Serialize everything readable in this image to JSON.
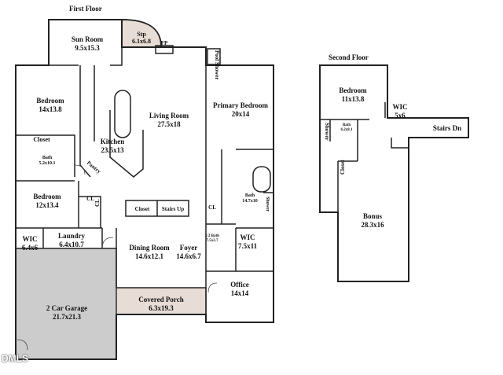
{
  "first_floor": {
    "title": "First Floor",
    "rooms": {
      "sun_room": {
        "name": "Sun Room",
        "dims": "9.5x15.3"
      },
      "stp": {
        "name": "Stp",
        "dims": "6.1x6.8"
      },
      "fp": "FP",
      "pool_shower": [
        "Pool",
        "Shower"
      ],
      "bedroom1": {
        "name": "Bedroom",
        "dims": "14x13.8"
      },
      "living_room": {
        "name": "Living Room",
        "dims": "27.5x18"
      },
      "primary_bedroom": {
        "name": "Primary Bedroom",
        "dims": "20x14"
      },
      "closet": "Closet",
      "bath1": {
        "name": "Bath",
        "dims": "5.2x10.1"
      },
      "kitchen": {
        "name": "Kitchen",
        "dims": "23.5x13"
      },
      "pantry": "Pantry",
      "bedroom2": {
        "name": "Bedroom",
        "dims": "12x13.4"
      },
      "cl1": "CL",
      "cl2": "CL",
      "closet2": "Closet",
      "stairs_up": "Stairs Up",
      "cl3": "CL",
      "primary_bath": {
        "name": "Bath",
        "dims": "14.7x10"
      },
      "shower": "Shower",
      "wic1": {
        "name": "WIC",
        "dims": "6.4x6"
      },
      "laundry": {
        "name": "Laundry",
        "dims": "6.4x10.7"
      },
      "dining_room": {
        "name": "Dining Room",
        "dims": "14.6x12.1"
      },
      "foyer": {
        "name": "Foyer",
        "dims": "14.6x6.7"
      },
      "half_bath": {
        "name": "1/2 Bath",
        "dims": "7.5x2.7"
      },
      "wic2": {
        "name": "WIC",
        "dims": "7.5x11"
      },
      "garage": {
        "name": "2 Car Garage",
        "dims": "21.7x21.3"
      },
      "covered_porch": {
        "name": "Covered Porch",
        "dims": "6.3x19.3"
      },
      "office": {
        "name": "Office",
        "dims": "14x14"
      }
    }
  },
  "second_floor": {
    "title": "Second Floor",
    "rooms": {
      "bedroom": {
        "name": "Bedroom",
        "dims": "11x13.8"
      },
      "wic": {
        "name": "WIC",
        "dims": "5x6"
      },
      "stairs_dn": "Stairs Dn",
      "shower": "Shower",
      "bath": {
        "name": "Bath",
        "dims": "6.2x8.1"
      },
      "closet": "Closet",
      "bonus": {
        "name": "Bonus",
        "dims": "28.3x16"
      }
    }
  },
  "watermark": "DMLS",
  "colors": {
    "wall": "#222222",
    "garage": "#cccccc",
    "porch": "#e7dcd6",
    "stp": "#e7dcd6"
  }
}
